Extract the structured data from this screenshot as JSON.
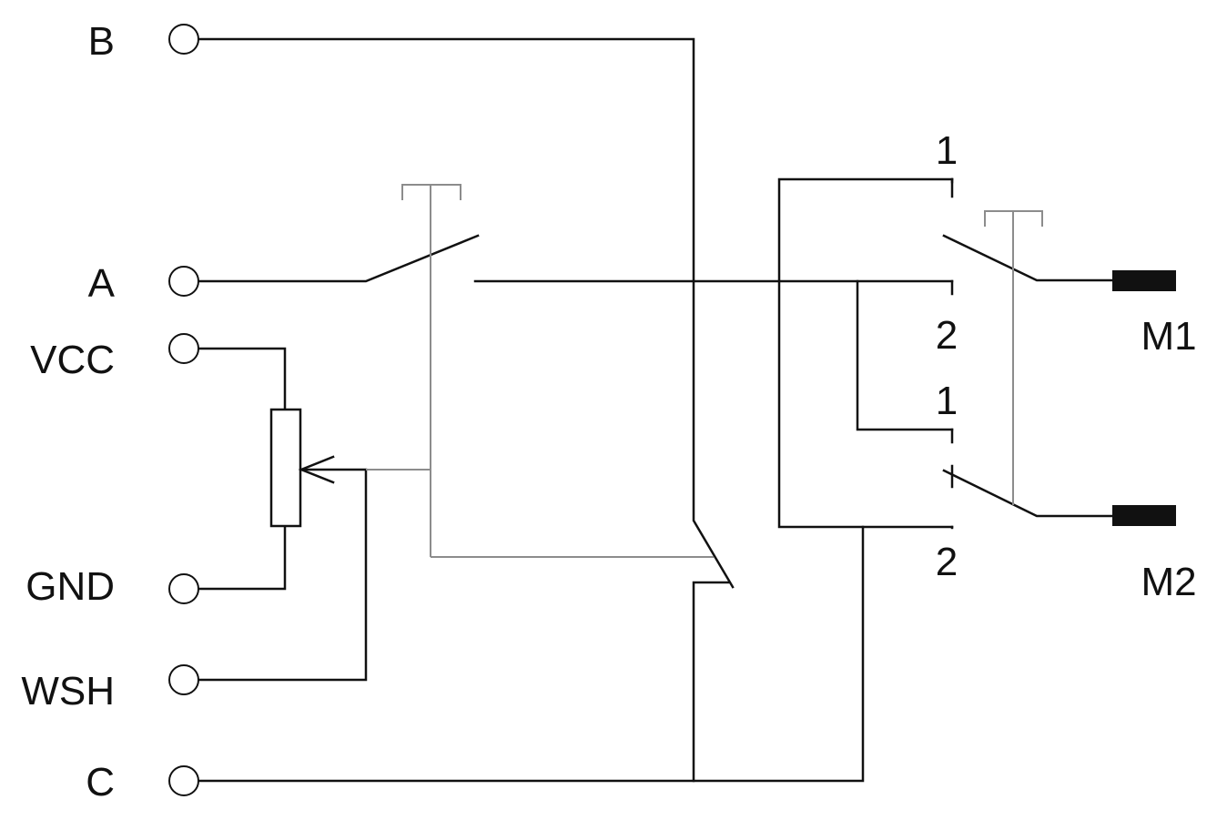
{
  "terminals": {
    "b": "B",
    "a": "A",
    "vcc": "VCC",
    "gnd": "GND",
    "wsh": "WSH",
    "c": "C"
  },
  "switches": {
    "upper_pin_1": "1",
    "upper_pin_2": "2",
    "lower_pin_1": "1",
    "lower_pin_2": "2"
  },
  "motors": {
    "m1": "M1",
    "m2": "M2"
  },
  "colors": {
    "wire": "#111111",
    "mechanical_link": "#8c8c8c",
    "background": "#ffffff"
  }
}
